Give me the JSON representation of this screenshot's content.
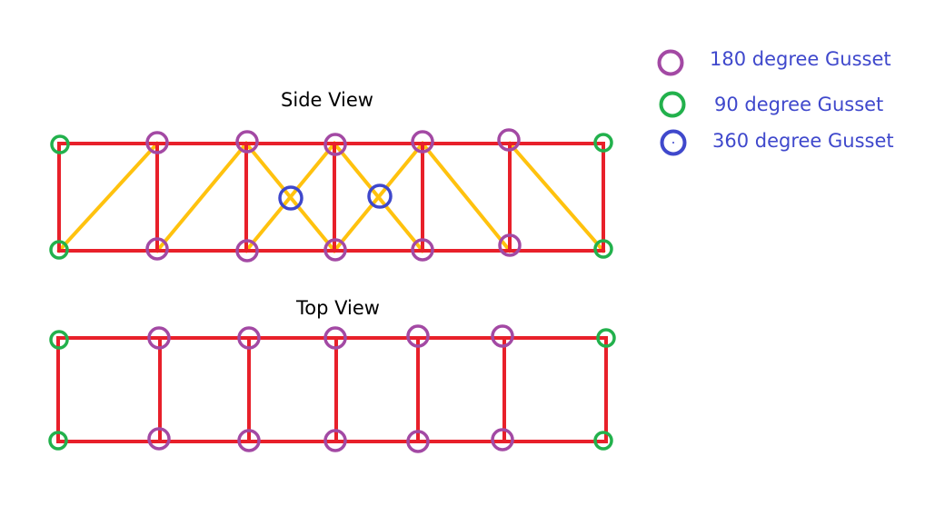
{
  "colors": {
    "beam": "#e8202a",
    "brace": "#ffc20e",
    "gusset_180": "#a349a4",
    "gusset_90": "#22b14c",
    "gusset_360": "#3f48cc",
    "legend_text": "#3f48cc",
    "title_text": "#000000"
  },
  "side_view": {
    "title": "Side View"
  },
  "top_view": {
    "title": "Top View"
  },
  "legend": {
    "items": [
      {
        "label": "180 degree Gusset",
        "type": "gusset_180"
      },
      {
        "label": "90 degree Gusset",
        "type": "gusset_90"
      },
      {
        "label": "360 degree Gusset",
        "type": "gusset_360"
      }
    ]
  }
}
